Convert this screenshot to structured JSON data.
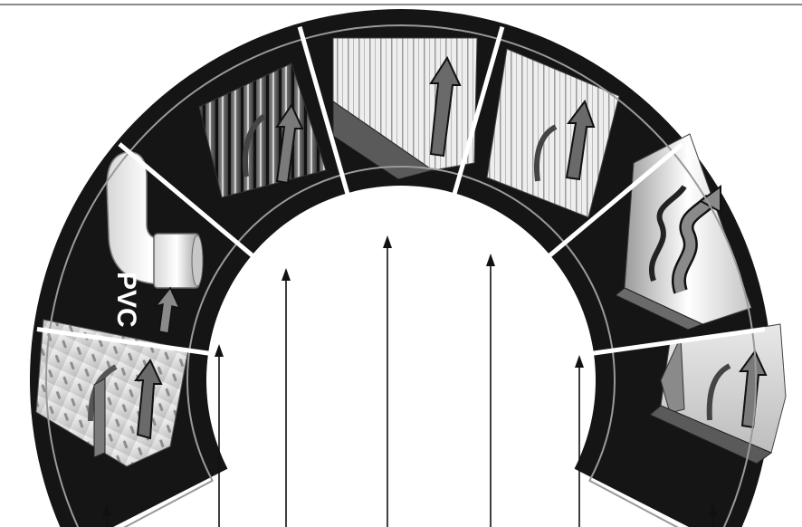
{
  "diagram": {
    "segments": [
      {
        "id": "diamond-plate",
        "icon": "diamond-plate-metal-icon"
      },
      {
        "id": "pvc-pipe",
        "icon": "pvc-pipe-elbow-icon",
        "label": "PVC"
      },
      {
        "id": "dark-corrugated",
        "icon": "dark-corrugated-panel-icon"
      },
      {
        "id": "ribbed-block",
        "icon": "ribbed-block-icon"
      },
      {
        "id": "light-panel",
        "icon": "light-ribbed-panel-icon"
      },
      {
        "id": "wavy-panel",
        "icon": "wavy-corrugated-panel-icon"
      },
      {
        "id": "concrete-block",
        "icon": "concrete-block-icon"
      }
    ],
    "colors": {
      "band": "#151515",
      "divider": "#ffffff",
      "guide_ring": "#9a9a9a",
      "arrow": "#111111",
      "top_rule": "#8a8a8a"
    }
  }
}
